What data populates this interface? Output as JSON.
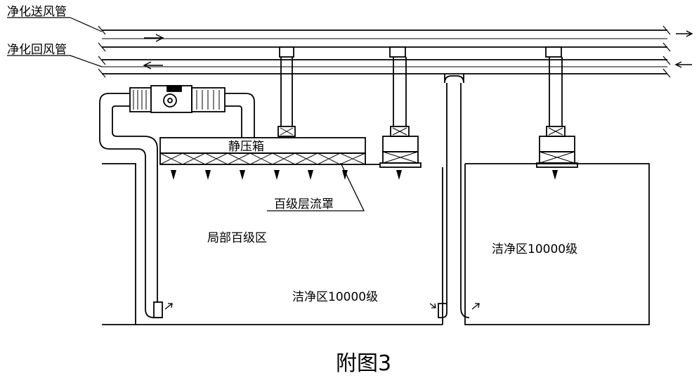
{
  "labels": {
    "supply_duct": "净化送风管",
    "return_duct": "净化回风管",
    "plenum_box": "静压箱",
    "laminar_hood": "百级层流罩",
    "local_class100": "局部百级区",
    "clean_zone_1": "洁净区10000级",
    "clean_zone_2": "洁净区10000级"
  },
  "caption": "附图3"
}
